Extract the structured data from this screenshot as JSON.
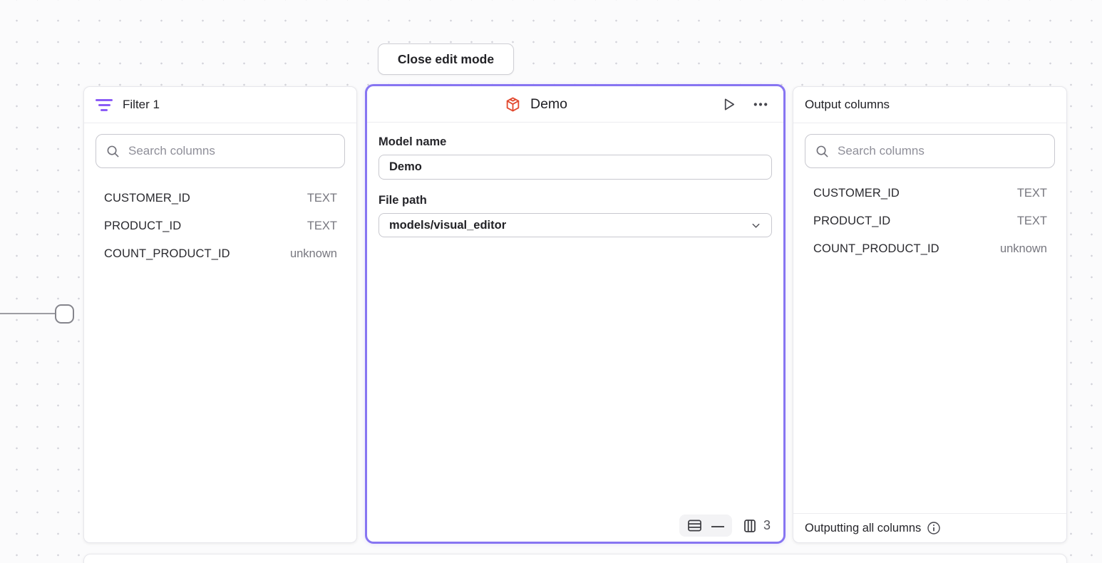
{
  "close_button": {
    "label": "Close edit mode"
  },
  "filter_panel": {
    "title": "Filter 1",
    "search_placeholder": "Search columns",
    "columns": [
      {
        "name": "CUSTOMER_ID",
        "type": "TEXT"
      },
      {
        "name": "PRODUCT_ID",
        "type": "TEXT"
      },
      {
        "name": "COUNT_PRODUCT_ID",
        "type": "unknown"
      }
    ]
  },
  "model_panel": {
    "title": "Demo",
    "model_name": {
      "label": "Model name",
      "value": "Demo"
    },
    "file_path": {
      "label": "File path",
      "value": "models/visual_editor"
    },
    "footer": {
      "row_count": "—",
      "column_count": "3"
    }
  },
  "output_panel": {
    "title": "Output columns",
    "search_placeholder": "Search columns",
    "columns": [
      {
        "name": "CUSTOMER_ID",
        "type": "TEXT"
      },
      {
        "name": "PRODUCT_ID",
        "type": "TEXT"
      },
      {
        "name": "COUNT_PRODUCT_ID",
        "type": "unknown"
      }
    ],
    "footer_text": "Outputting all columns"
  },
  "colors": {
    "accent_purple": "#8775f2",
    "filter_icon_purple": "#8b5cf6",
    "model_icon_red": "#e2492f",
    "canvas_dot": "#d2d2d9"
  }
}
